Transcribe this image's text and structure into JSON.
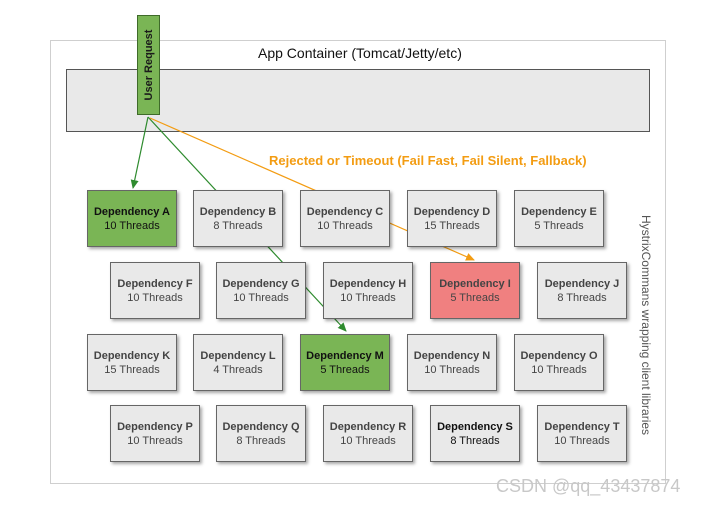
{
  "container": {
    "label": "App Container (Tomcat/Jetty/etc)"
  },
  "user_request": {
    "label": "User Request"
  },
  "rejected_label": "Rejected or Timeout (Fail Fast, Fail Silent, Fallback)",
  "side_label": "HystrixCommans wrapping client libraries",
  "watermark": "CSDN @qq_43437874",
  "colors": {
    "success": "#7ab555",
    "rejected": "#f08080",
    "orange_arrow": "#f39c12",
    "green_arrow": "#2e8b2e"
  },
  "dependencies": [
    {
      "name": "Dependency A",
      "threads": "10 Threads",
      "status": "active"
    },
    {
      "name": "Dependency B",
      "threads": "8 Threads"
    },
    {
      "name": "Dependency C",
      "threads": "10 Threads"
    },
    {
      "name": "Dependency D",
      "threads": "15 Threads"
    },
    {
      "name": "Dependency E",
      "threads": "5 Threads"
    },
    {
      "name": "Dependency F",
      "threads": "10 Threads"
    },
    {
      "name": "Dependency G",
      "threads": "10 Threads"
    },
    {
      "name": "Dependency H",
      "threads": "10 Threads"
    },
    {
      "name": "Dependency I",
      "threads": "5 Threads",
      "status": "rejected"
    },
    {
      "name": "Dependency J",
      "threads": "8 Threads"
    },
    {
      "name": "Dependency K",
      "threads": "15 Threads"
    },
    {
      "name": "Dependency L",
      "threads": "4 Threads"
    },
    {
      "name": "Dependency M",
      "threads": "5 Threads",
      "status": "active"
    },
    {
      "name": "Dependency N",
      "threads": "10 Threads"
    },
    {
      "name": "Dependency O",
      "threads": "10 Threads"
    },
    {
      "name": "Dependency P",
      "threads": "10 Threads"
    },
    {
      "name": "Dependency Q",
      "threads": "8 Threads"
    },
    {
      "name": "Dependency R",
      "threads": "10 Threads"
    },
    {
      "name": "Dependency S",
      "threads": "8 Threads"
    },
    {
      "name": "Dependency T",
      "threads": "10 Threads"
    }
  ]
}
